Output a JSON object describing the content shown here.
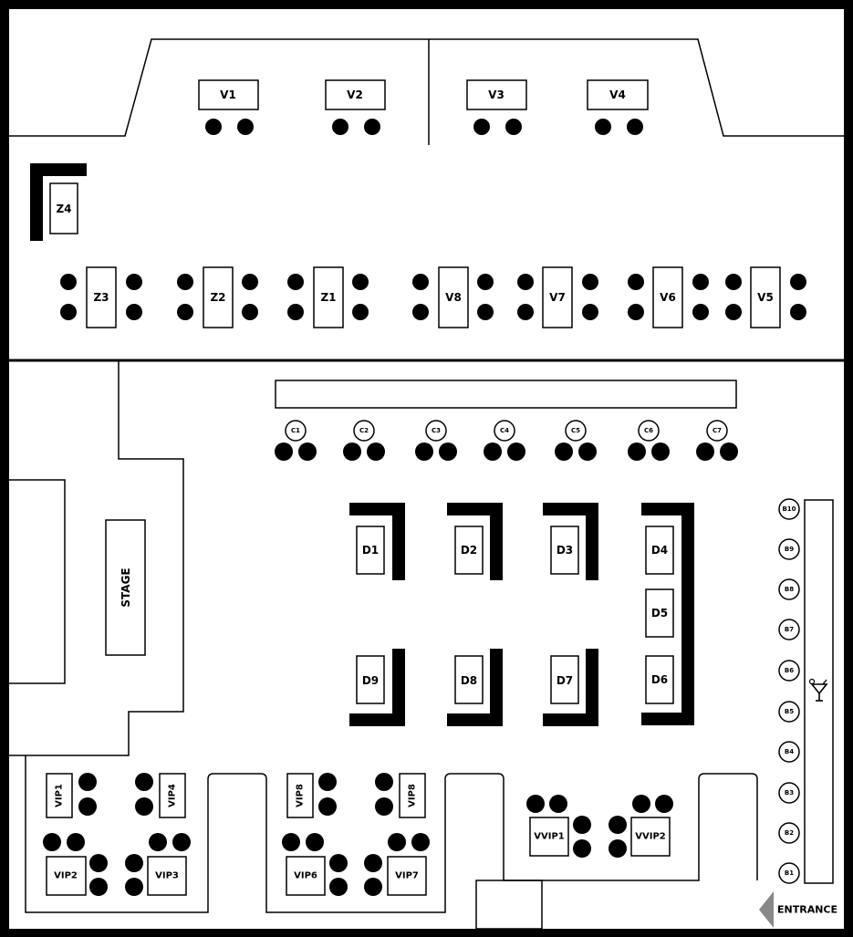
{
  "colors": {
    "background": "#000000",
    "floor": "#ffffff",
    "ink": "#000000"
  },
  "stage_label": "STAGE",
  "entrance_label": "ENTRANCE",
  "icons": {
    "bar": "cocktail-glass-icon",
    "entrance": "arrow-left-icon"
  },
  "tables": {
    "v1": "V1",
    "v2": "V2",
    "v3": "V3",
    "v4": "V4",
    "v5": "V5",
    "v6": "V6",
    "v7": "V7",
    "v8": "V8",
    "z1": "Z1",
    "z2": "Z2",
    "z3": "Z3",
    "z4": "Z4",
    "d1": "D1",
    "d2": "D2",
    "d3": "D3",
    "d4": "D4",
    "d5": "D5",
    "d6": "D6",
    "d7": "D7",
    "d8": "D8",
    "d9": "D9",
    "vip1": "VIP1",
    "vip2": "VIP2",
    "vip3": "VIP3",
    "vip4": "VIP4",
    "vip6": "VIP6",
    "vip7": "VIP7",
    "vip8a": "VIP8",
    "vip8b": "VIP8",
    "vvip1": "VVIP1",
    "vvip2": "VVIP2"
  },
  "counter_seats": [
    "C1",
    "C2",
    "C3",
    "C4",
    "C5",
    "C6",
    "C7"
  ],
  "bar_seats": [
    "B10",
    "B9",
    "B8",
    "B7",
    "B6",
    "B5",
    "B4",
    "B3",
    "B2",
    "B1"
  ]
}
